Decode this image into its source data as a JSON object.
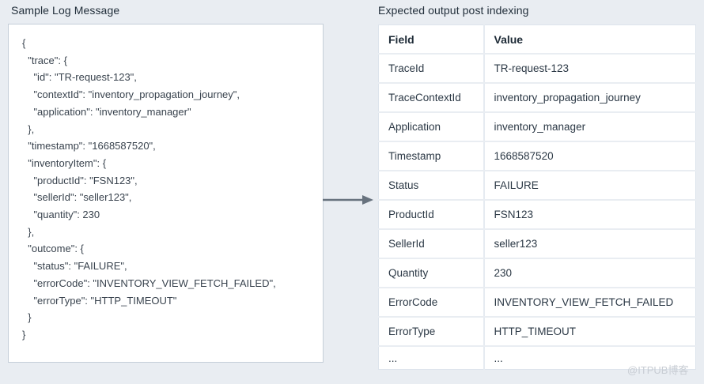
{
  "left_panel": {
    "title": "Sample Log Message",
    "code": "{\n  \"trace\": {\n    \"id\": \"TR-request-123\",\n    \"contextId\": \"inventory_propagation_journey\",\n    \"application\": \"inventory_manager\"\n  },\n  \"timestamp\": \"1668587520\",\n  \"inventoryItem\": {\n    \"productId\": \"FSN123\",\n    \"sellerId\": \"seller123\",\n    \"quantity\": 230\n  },\n  \"outcome\": {\n    \"status\": \"FAILURE\",\n    \"errorCode\": \"INVENTORY_VIEW_FETCH_FAILED\",\n    \"errorType\": \"HTTP_TIMEOUT\"\n  }\n}"
  },
  "arrow": {
    "icon": "right-arrow-icon",
    "color": "#67727e"
  },
  "right_panel": {
    "title": "Expected output post indexing",
    "table": {
      "headers": [
        "Field",
        "Value"
      ],
      "rows": [
        {
          "field": "TraceId",
          "value": "TR-request-123"
        },
        {
          "field": "TraceContextId",
          "value": "inventory_propagation_journey"
        },
        {
          "field": "Application",
          "value": "inventory_manager"
        },
        {
          "field": "Timestamp",
          "value": "1668587520"
        },
        {
          "field": "Status",
          "value": "FAILURE"
        },
        {
          "field": "ProductId",
          "value": "FSN123"
        },
        {
          "field": "SellerId",
          "value": "seller123"
        },
        {
          "field": "Quantity",
          "value": "230"
        },
        {
          "field": "ErrorCode",
          "value": "INVENTORY_VIEW_FETCH_FAILED"
        },
        {
          "field": "ErrorType",
          "value": "HTTP_TIMEOUT"
        },
        {
          "field": "...",
          "value": "..."
        }
      ]
    }
  },
  "watermark": "@ITPUB博客",
  "colors": {
    "page_background": "#e9edf2",
    "panel_background": "#ffffff",
    "panel_border": "#c5ced8",
    "table_border": "#dde4ec",
    "table_divider": "#e6ebf1",
    "text_dark": "#1d2a36",
    "text_body": "#2b3845",
    "code_text": "#39434e",
    "arrow": "#67727e",
    "watermark": "#c8cdd4"
  }
}
